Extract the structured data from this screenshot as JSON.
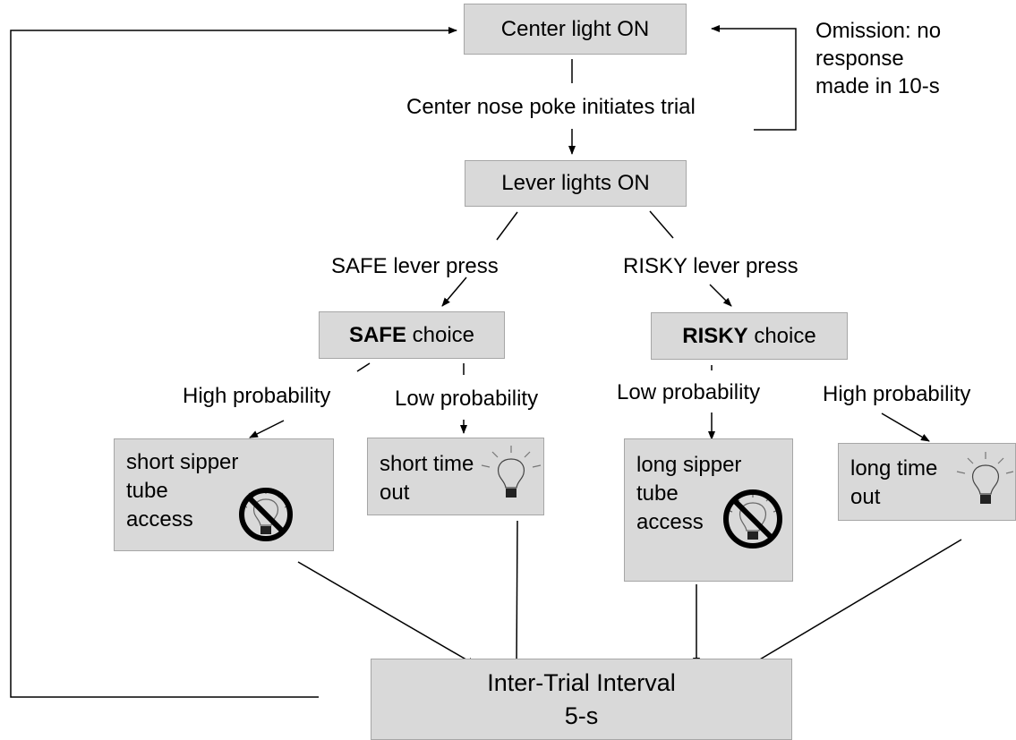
{
  "nodes": {
    "center_light": "Center light ON",
    "lever_lights": "Lever lights ON",
    "safe_choice": {
      "bold": "SAFE",
      "rest": " choice"
    },
    "risky_choice": {
      "bold": "RISKY",
      "rest": " choice"
    },
    "short_sipper": [
      "short sipper",
      "tube",
      "access"
    ],
    "short_timeout": [
      "short time",
      "out"
    ],
    "long_sipper": [
      "long sipper",
      "tube",
      "access"
    ],
    "long_timeout": [
      "long time",
      "out"
    ],
    "iti": [
      "Inter-Trial Interval",
      "5-s"
    ]
  },
  "edge_labels": {
    "omission": [
      "Omission: no",
      "response",
      "made in 10-s"
    ],
    "center_poke": "Center nose poke initiates trial",
    "safe_press": "SAFE lever press",
    "risky_press": "RISKY lever press",
    "safe_high": "High probability",
    "safe_low": "Low probability",
    "risky_low": "Low probability",
    "risky_high": "High probability"
  },
  "icons": {
    "short_sipper": "no-light-icon",
    "short_timeout": "light-bulb-icon",
    "long_sipper": "no-light-icon",
    "long_timeout": "light-bulb-icon"
  }
}
